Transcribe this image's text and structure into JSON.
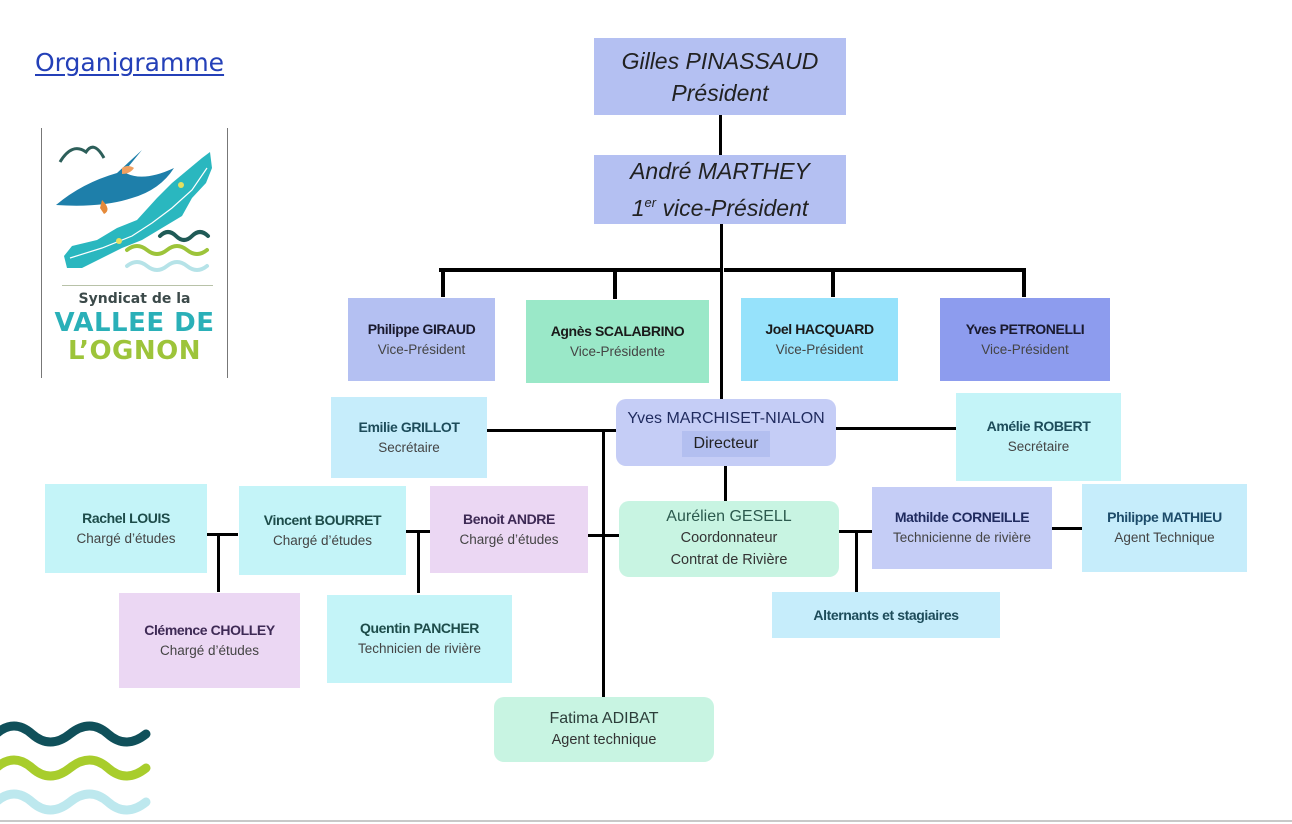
{
  "page": {
    "title_link": "Organigramme"
  },
  "logo": {
    "subtitle": "Syndicat de la",
    "line1": "VALLEE DE",
    "line2": "L’OGNON",
    "icon": "kingfisher-river-map-icon"
  },
  "colors": {
    "lavender": "#b4c0f2",
    "mint": "#9ae8c8",
    "sky": "#96e2fb",
    "periwinkle": "#8d9cee",
    "pale_cyan": "#c4f4f8",
    "pale_blue": "#c6edfb",
    "pale_purple": "#ebd7f3",
    "pale_mint": "#c8f4e2",
    "dir_bg": "#c5cdf6",
    "link": "#2440b8"
  },
  "org": {
    "president": {
      "name": "Gilles PINASSAUD",
      "role": "Président"
    },
    "first_vp": {
      "name": "André MARTHEY",
      "role_prefix": "1",
      "role_sup": "er",
      "role_rest": " vice-Président"
    },
    "vice_presidents": [
      {
        "name": "Philippe GIRAUD",
        "role": "Vice-Président"
      },
      {
        "name": "Agnès SCALABRINO",
        "role": "Vice-Présidente"
      },
      {
        "name": "Joel HACQUARD",
        "role": "Vice-Président"
      },
      {
        "name": "Yves PETRONELLI",
        "role": "Vice-Président"
      }
    ],
    "director": {
      "name": "Yves MARCHISET-NIALON",
      "role": "Directeur"
    },
    "secretaries": [
      {
        "name": "Emilie GRILLOT",
        "role": "Secrétaire"
      },
      {
        "name": "Amélie ROBERT",
        "role": "Secrétaire"
      }
    ],
    "coordinator": {
      "name": "Aurélien GESELL",
      "role": "Coordonnateur",
      "role2": "Contrat de Rivière"
    },
    "staff": [
      {
        "name": "Rachel LOUIS",
        "role": "Chargé d’études"
      },
      {
        "name": "Vincent BOURRET",
        "role": "Chargé d’études"
      },
      {
        "name": "Benoit ANDRE",
        "role": "Chargé d’études"
      },
      {
        "name": "Clémence CHOLLEY",
        "role": "Chargé d’études"
      },
      {
        "name": "Quentin PANCHER",
        "role": "Technicien de rivière"
      },
      {
        "name": "Mathilde CORNEILLE",
        "role": "Technicienne de rivière"
      },
      {
        "name": "Philippe MATHIEU",
        "role": "Agent Technique"
      },
      {
        "name": "Fatima ADIBAT",
        "role": "Agent technique"
      }
    ],
    "interns": {
      "name": "Alternants et stagiaires"
    }
  }
}
